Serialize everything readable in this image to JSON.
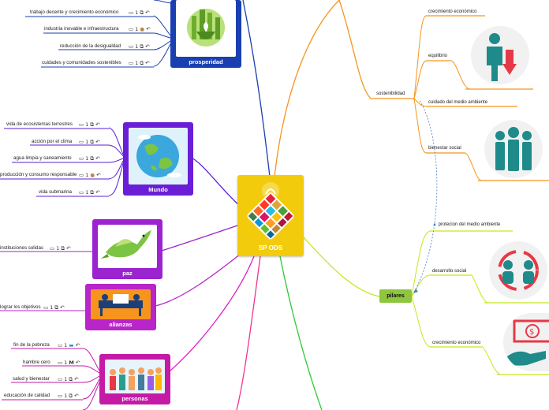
{
  "center": {
    "label": "SP ODS"
  },
  "categories": {
    "prosperidad": {
      "label": "prosperidad",
      "color": "#1a3fb0"
    },
    "mundo": {
      "label": "Mundo",
      "color": "#6a1fd6"
    },
    "paz": {
      "label": "paz",
      "color": "#9b24d0"
    },
    "alianzas": {
      "label": "alianzas",
      "color": "#b825c8"
    },
    "personas": {
      "label": "personas",
      "color": "#c41aa6"
    }
  },
  "prosperidad_items": [
    {
      "label": "trabajo decente y crecimiento económico",
      "meta": "1"
    },
    {
      "label": "industria inovable e infraestructura",
      "meta": "1"
    },
    {
      "label": "reducción de la desigualdad",
      "meta": "1"
    },
    {
      "label": "cuidades y comunidades sostenibles",
      "meta": "1"
    }
  ],
  "mundo_items": [
    {
      "label": "vida de ecosistemas terrestres",
      "meta": "1"
    },
    {
      "label": "acción por el clima",
      "meta": "1"
    },
    {
      "label": "agua limpia y saneamiento",
      "meta": "1"
    },
    {
      "label": "producción y consumo responsable",
      "meta": "1"
    },
    {
      "label": "vida submarina",
      "meta": "1"
    }
  ],
  "paz_items": [
    {
      "label": "instituciones  solidas",
      "meta": "1"
    }
  ],
  "alianzas_items": [
    {
      "label": "lograr los objetivos",
      "meta": "1"
    }
  ],
  "personas_items": [
    {
      "label": "fin de la pobreza",
      "meta": "1"
    },
    {
      "label": "hambre cero",
      "meta": "1"
    },
    {
      "label": "salud y bienestar",
      "meta": "1"
    },
    {
      "label": "educación de calidad",
      "meta": "1"
    }
  ],
  "right": {
    "sostenibilidad": "sostenibilidad",
    "crecimiento_economico": "crecimiento económico",
    "equilibrio": "equilibrio",
    "cuidado": "cuidado del medio ambiente",
    "bienestar": "bienestar social",
    "pilares": "pilares",
    "proteccion": "protecion del medio ambiente",
    "desarrollo": "desarrollo social",
    "crecimiento2": "crecimiento económico"
  },
  "colors": {
    "orange": "#f7941d",
    "lime": "#c8e619",
    "green": "#2fc83a",
    "magenta": "#e020c8",
    "pink": "#f0348a"
  }
}
